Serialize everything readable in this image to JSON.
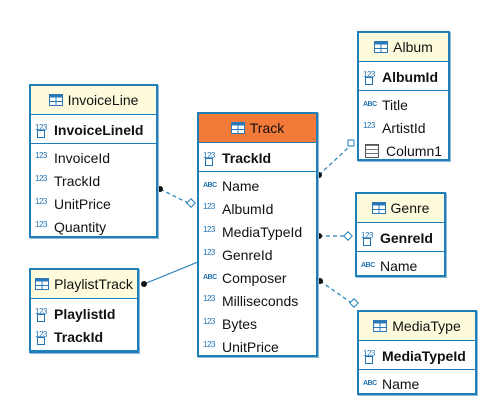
{
  "colors": {
    "border": "#1f7fb8",
    "header": "#fdfbdc",
    "highlight_header": "#f47a3a",
    "type_icon": "#1f73b3"
  },
  "entities": {
    "invoiceline": {
      "title": "InvoiceLine",
      "pk": [
        {
          "name": "InvoiceLineId",
          "type": "123",
          "key": true
        }
      ],
      "fields": [
        {
          "name": "InvoiceId",
          "type": "123"
        },
        {
          "name": "TrackId",
          "type": "123"
        },
        {
          "name": "UnitPrice",
          "type": "123"
        },
        {
          "name": "Quantity",
          "type": "123"
        }
      ]
    },
    "playlisttrack": {
      "title": "PlaylistTrack",
      "pk": [
        {
          "name": "PlaylistId",
          "type": "123",
          "key": true
        },
        {
          "name": "TrackId",
          "type": "123",
          "key": true
        }
      ],
      "fields": []
    },
    "track": {
      "title": "Track",
      "pk": [
        {
          "name": "TrackId",
          "type": "123",
          "key": true
        }
      ],
      "fields": [
        {
          "name": "Name",
          "type": "ABC"
        },
        {
          "name": "AlbumId",
          "type": "123"
        },
        {
          "name": "MediaTypeId",
          "type": "123"
        },
        {
          "name": "GenreId",
          "type": "123"
        },
        {
          "name": "Composer",
          "type": "ABC"
        },
        {
          "name": "Milliseconds",
          "type": "123"
        },
        {
          "name": "Bytes",
          "type": "123"
        },
        {
          "name": "UnitPrice",
          "type": "123"
        }
      ]
    },
    "album": {
      "title": "Album",
      "pk": [
        {
          "name": "AlbumId",
          "type": "123",
          "key": true
        }
      ],
      "fields": [
        {
          "name": "Title",
          "type": "ABC"
        },
        {
          "name": "ArtistId",
          "type": "123"
        },
        {
          "name": "Column1",
          "type": "grid"
        }
      ]
    },
    "genre": {
      "title": "Genre",
      "pk": [
        {
          "name": "GenreId",
          "type": "123",
          "key": true
        }
      ],
      "fields": [
        {
          "name": "Name",
          "type": "ABC"
        }
      ]
    },
    "mediatype": {
      "title": "MediaType",
      "pk": [
        {
          "name": "MediaTypeId",
          "type": "123",
          "key": true
        }
      ],
      "fields": [
        {
          "name": "Name",
          "type": "ABC"
        }
      ]
    }
  }
}
